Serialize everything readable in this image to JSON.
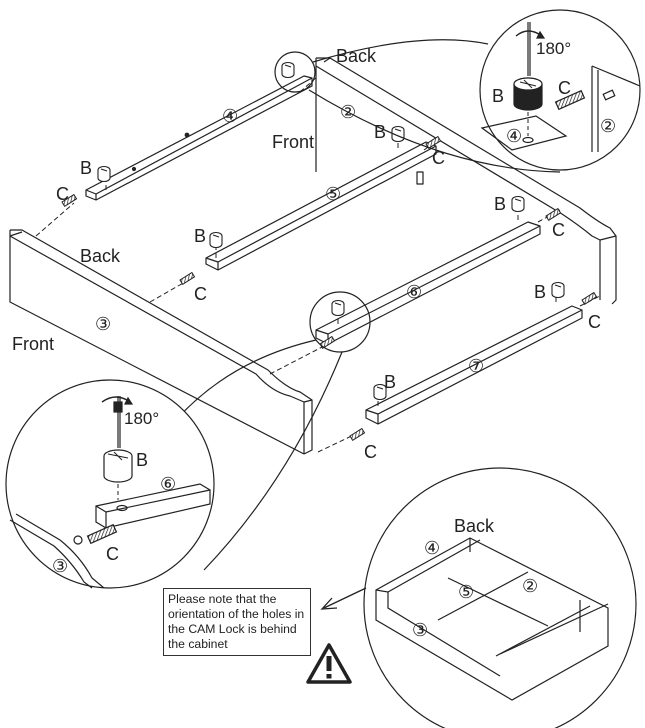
{
  "labels": {
    "back": "Back",
    "front": "Front",
    "cam": "B",
    "dowel": "C",
    "rotation": "180°"
  },
  "parts": {
    "p2": "②",
    "p3": "③",
    "p4": "④",
    "p5": "⑤",
    "p6": "⑥",
    "p7": "⑦"
  },
  "note": "Please note that the orientation of the holes in the CAM Lock is behind the cabinet",
  "icons": [
    "warning-triangle-icon",
    "arrow-left-icon",
    "rotate-180-icon",
    "cam-lock-icon",
    "dowel-icon"
  ]
}
